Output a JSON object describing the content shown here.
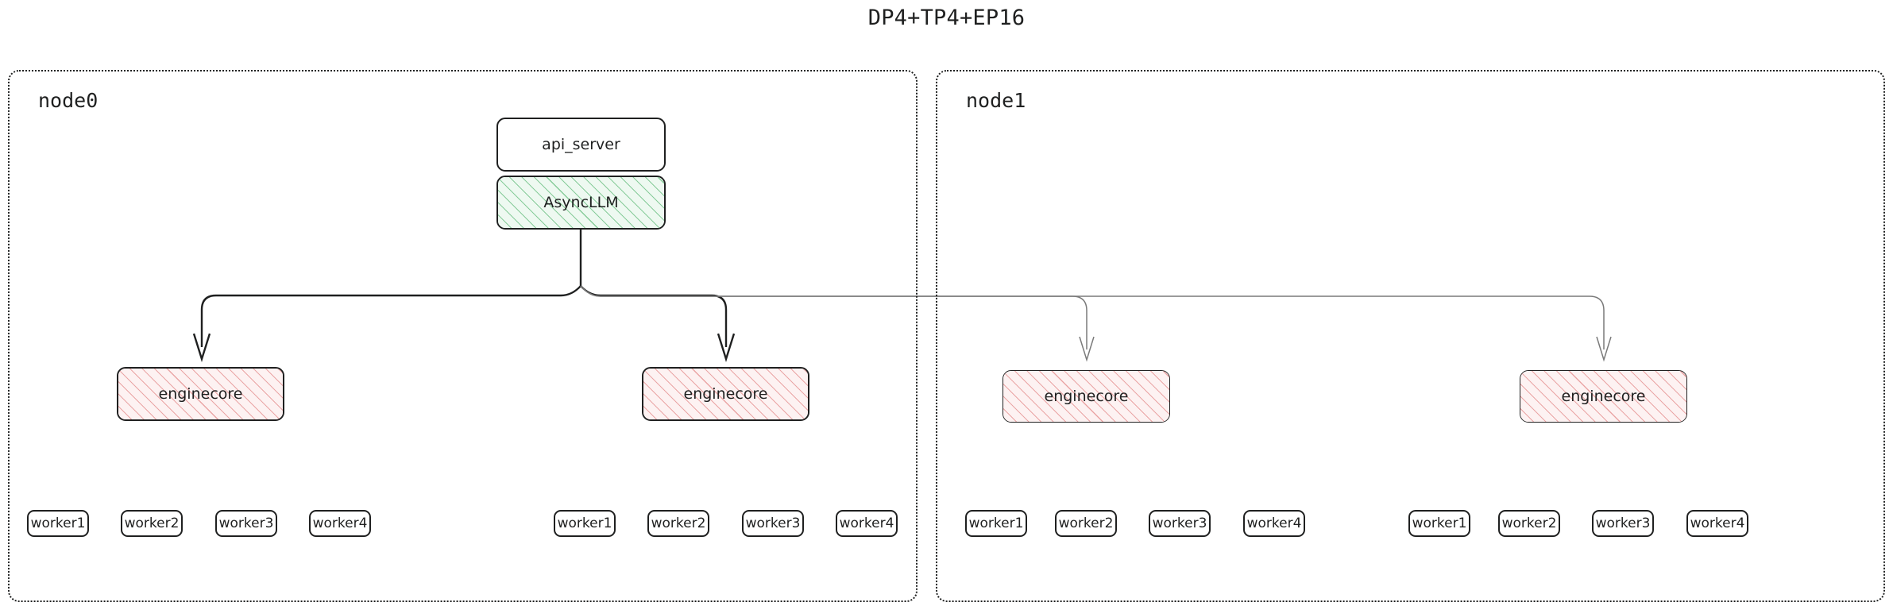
{
  "title": "DP4+TP4+EP16",
  "subgraphs": [
    {
      "label": "node0"
    },
    {
      "label": "node1"
    }
  ],
  "nodes": {
    "api_server": "api_server",
    "async_llm": "AsyncLLM",
    "enginecore": "enginecore"
  },
  "engine_cores": [
    {
      "label": "enginecore",
      "node": "node0"
    },
    {
      "label": "enginecore",
      "node": "node0"
    },
    {
      "label": "enginecore",
      "node": "node1"
    },
    {
      "label": "enginecore",
      "node": "node1"
    }
  ],
  "worker_groups": [
    {
      "node": "node0",
      "workers": [
        "worker1",
        "worker2",
        "worker3",
        "worker4"
      ]
    },
    {
      "node": "node0",
      "workers": [
        "worker1",
        "worker2",
        "worker3",
        "worker4"
      ]
    },
    {
      "node": "node1",
      "workers": [
        "worker1",
        "worker2",
        "worker3",
        "worker4"
      ]
    },
    {
      "node": "node1",
      "workers": [
        "worker1",
        "worker2",
        "worker3",
        "worker4"
      ]
    }
  ],
  "colors": {
    "stroke": "#1f2020",
    "edge_light": "#7a7a7a",
    "async_llm_hatch": "#76c48b",
    "async_llm_fill": "#eef9f1",
    "enginecore_hatch": "#e48c8c",
    "enginecore_fill": "#fdf2f2",
    "background": "#ffffff"
  }
}
